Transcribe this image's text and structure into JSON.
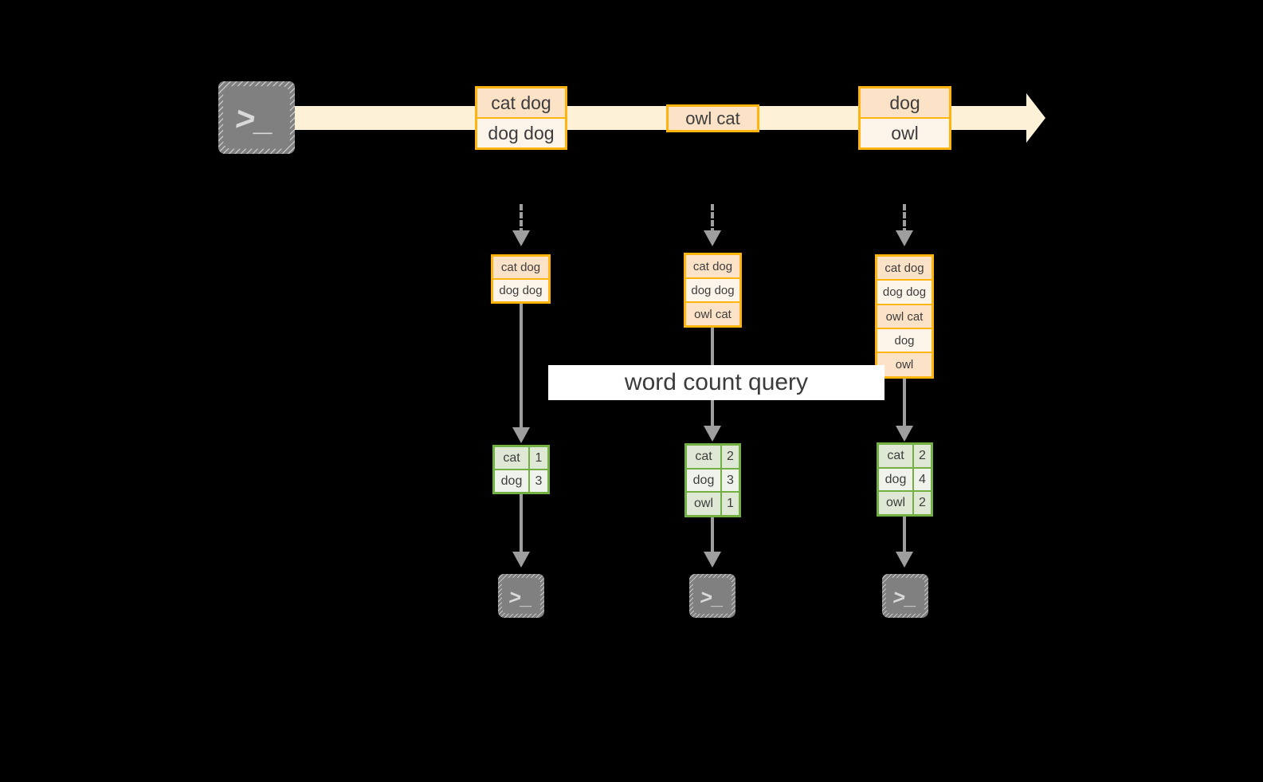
{
  "theme": {
    "background": "#000000",
    "stream_band": "#FDF2D8",
    "orange_border": "#FFB410",
    "orange_shade": "#FCE2C6",
    "orange_plain": "#FDF4EA",
    "green_border": "#72B043",
    "green_shade": "#DFE8D5",
    "green_plain": "#EFF3EB",
    "connector": "#9E9E9E",
    "terminal_fill": "#808080",
    "text": "#3D3D3D",
    "banner_background": "#FFFFFF"
  },
  "icons": {
    "terminal": "terminal-icon",
    "terminal_prompt": ">_",
    "stream_arrow": "stream-arrow-right-icon",
    "flow_arrow": "flow-arrow-down-icon"
  },
  "stream": {
    "source_label": ">_",
    "records": [
      {
        "id": "record-1",
        "lines": [
          "cat dog",
          "dog dog"
        ]
      },
      {
        "id": "record-2",
        "lines": [
          "owl cat"
        ]
      },
      {
        "id": "record-3",
        "lines": [
          "dog",
          "owl"
        ]
      }
    ]
  },
  "banner": {
    "label": "word count query"
  },
  "snapshots": [
    {
      "id": "snapshot-1",
      "input_lines": [
        "cat dog",
        "dog dog"
      ],
      "result": {
        "rows": [
          {
            "word": "cat",
            "count": "1"
          },
          {
            "word": "dog",
            "count": "3"
          }
        ]
      },
      "sink_label": ">_"
    },
    {
      "id": "snapshot-2",
      "input_lines": [
        "cat dog",
        "dog dog",
        "owl cat"
      ],
      "result": {
        "rows": [
          {
            "word": "cat",
            "count": "2"
          },
          {
            "word": "dog",
            "count": "3"
          },
          {
            "word": "owl",
            "count": "1"
          }
        ]
      },
      "sink_label": ">_"
    },
    {
      "id": "snapshot-3",
      "input_lines": [
        "cat dog",
        "dog dog",
        "owl cat",
        "dog",
        "owl"
      ],
      "result": {
        "rows": [
          {
            "word": "cat",
            "count": "2"
          },
          {
            "word": "dog",
            "count": "4"
          },
          {
            "word": "owl",
            "count": "2"
          }
        ]
      },
      "sink_label": ">_"
    }
  ]
}
